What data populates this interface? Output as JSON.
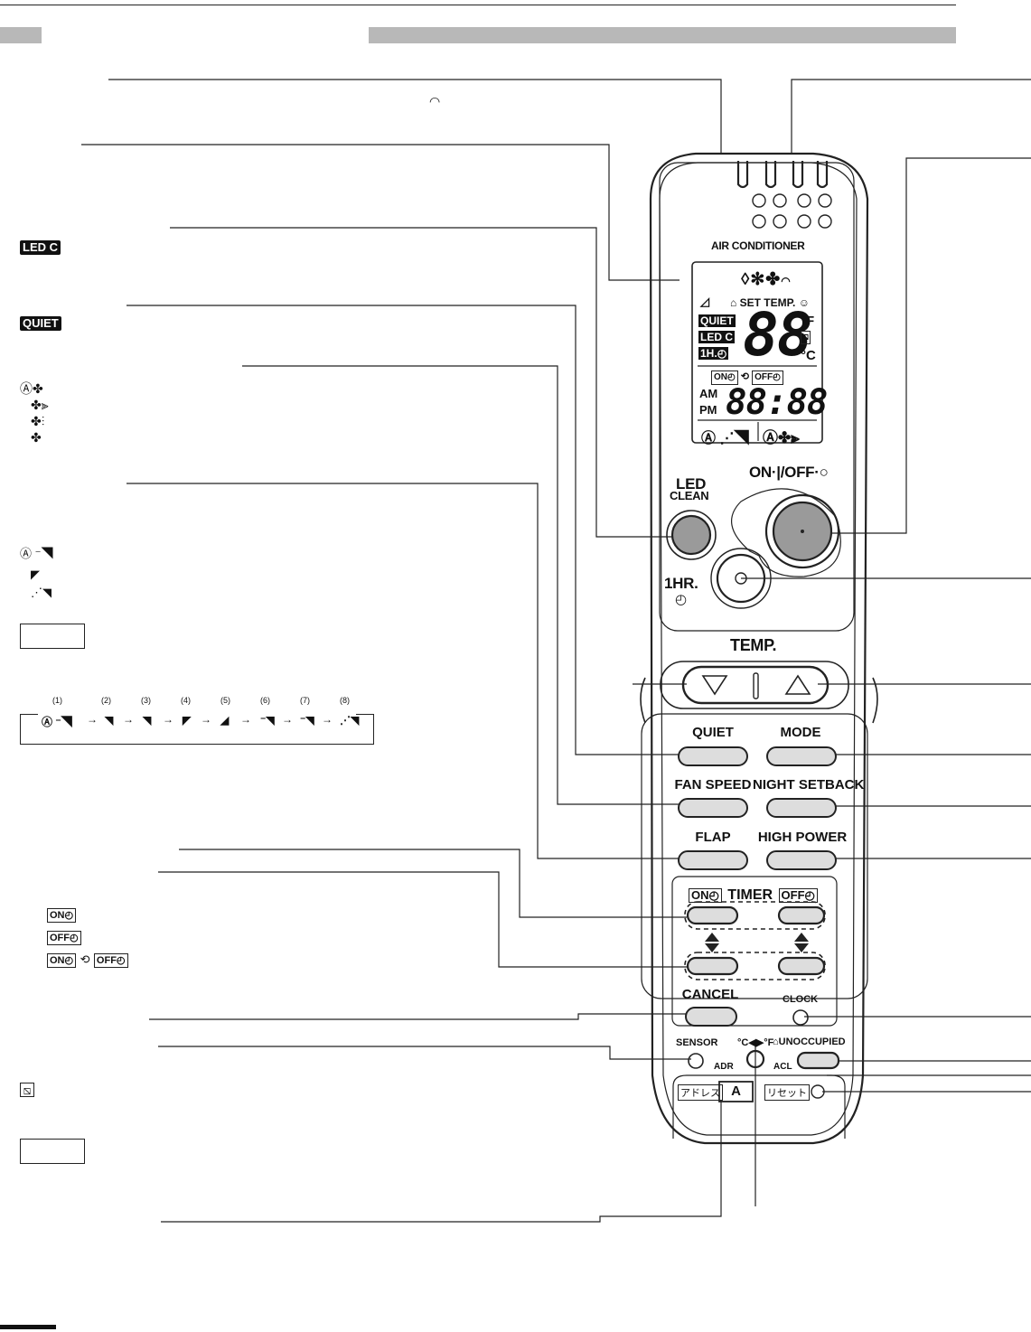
{
  "remote": {
    "brand_label": "AIR CONDITIONER",
    "display": {
      "set_temp": "SET TEMP.",
      "quiet": "QUIET",
      "led_c": "LED C",
      "one_hr": "1H.",
      "temp_digits": "88",
      "unit_f": "°F",
      "unit_c": "°C",
      "on_timer": "ON",
      "off_timer": "OFF",
      "am": "AM",
      "pm": "PM",
      "clock_digits": "88:88"
    },
    "led_clean_top": "LED",
    "led_clean_bottom": "CLEAN",
    "on_off_label": "ON·|/OFF·○",
    "one_hr_label": "1HR.",
    "temp_label": "TEMP.",
    "buttons": {
      "quiet": "QUIET",
      "mode": "MODE",
      "fan_speed": "FAN SPEED",
      "night_setback": "NIGHT SETBACK",
      "flap": "FLAP",
      "high_power": "HIGH POWER",
      "cancel": "CANCEL",
      "clock": "CLOCK",
      "sensor": "SENSOR",
      "unoccupied": "UNOCCUPIED",
      "degc_f": "°C◀▶°F",
      "adr": "ADR",
      "acl": "ACL",
      "address_jp": "アドレス",
      "address_letter": "A",
      "reset_jp": "リセット"
    },
    "timer": {
      "on": "ON",
      "title": "TIMER",
      "off": "OFF"
    }
  },
  "left_legend": {
    "led_c_badge": "LED C",
    "quiet_badge": "QUIET",
    "flap_sequence_numbers": [
      "(1)",
      "(2)",
      "(3)",
      "(4)",
      "(5)",
      "(6)",
      "(7)",
      "(8)"
    ],
    "timer_on_badge": "ON",
    "timer_off_badge": "OFF"
  }
}
